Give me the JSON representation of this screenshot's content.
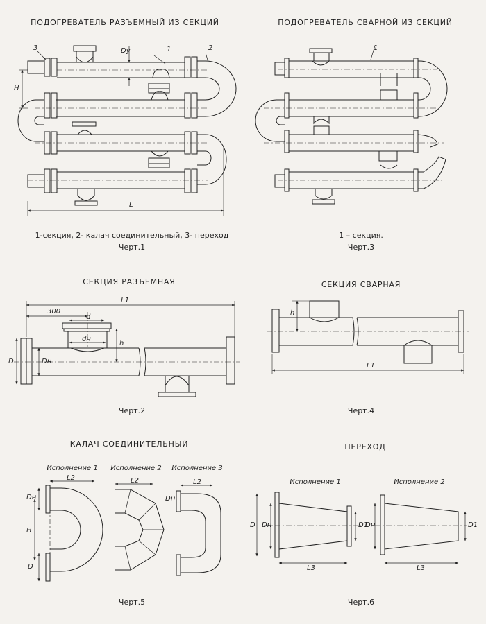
{
  "panels": {
    "heater_demountable": {
      "title": "ПОДОГРЕВАТЕЛЬ РАЗЪЕМНЫЙ ИЗ СЕКЦИЙ",
      "legend": "1-секция,  2- калач соединительный,  3- переход",
      "caption": "Черт.1",
      "labels": {
        "n1": "1",
        "n2": "2",
        "n3": "3",
        "H": "H",
        "L": "L",
        "Dy": "Dy"
      }
    },
    "heater_welded": {
      "title": "ПОДОГРЕВАТЕЛЬ СВАРНОЙ ИЗ СЕКЦИЙ",
      "legend": "1 – секция.",
      "caption": "Черт.3",
      "labels": {
        "n1": "1"
      }
    },
    "section_demountable": {
      "title": "СЕКЦИЯ  РАЗЪЕМНАЯ",
      "caption": "Черт.2",
      "labels": {
        "dim300": "300",
        "L1": "L1",
        "d": "d",
        "dH": "dн",
        "DH": "Dн",
        "D": "D",
        "h": "h"
      }
    },
    "section_welded": {
      "title": "СЕКЦИЯ  СВАРНАЯ",
      "caption": "Черт.4",
      "labels": {
        "h": "h",
        "L1": "L1"
      }
    },
    "bend": {
      "title": "КАЛАЧ СОЕДИНИТЕЛЬНЫЙ",
      "caption": "Черт.5",
      "variants": [
        "Исполнение 1",
        "Исполнение 2",
        "Исполнение 3"
      ],
      "labels": {
        "L2": "L2",
        "DH": "Dн",
        "D": "D",
        "H": "H"
      }
    },
    "transition": {
      "title": "ПЕРЕХОД",
      "caption": "Черт.6",
      "variants": [
        "Исполнение 1",
        "Исполнение 2"
      ],
      "labels": {
        "D": "D",
        "DH": "Dн",
        "D1": "D1",
        "L3": "L3"
      }
    }
  }
}
